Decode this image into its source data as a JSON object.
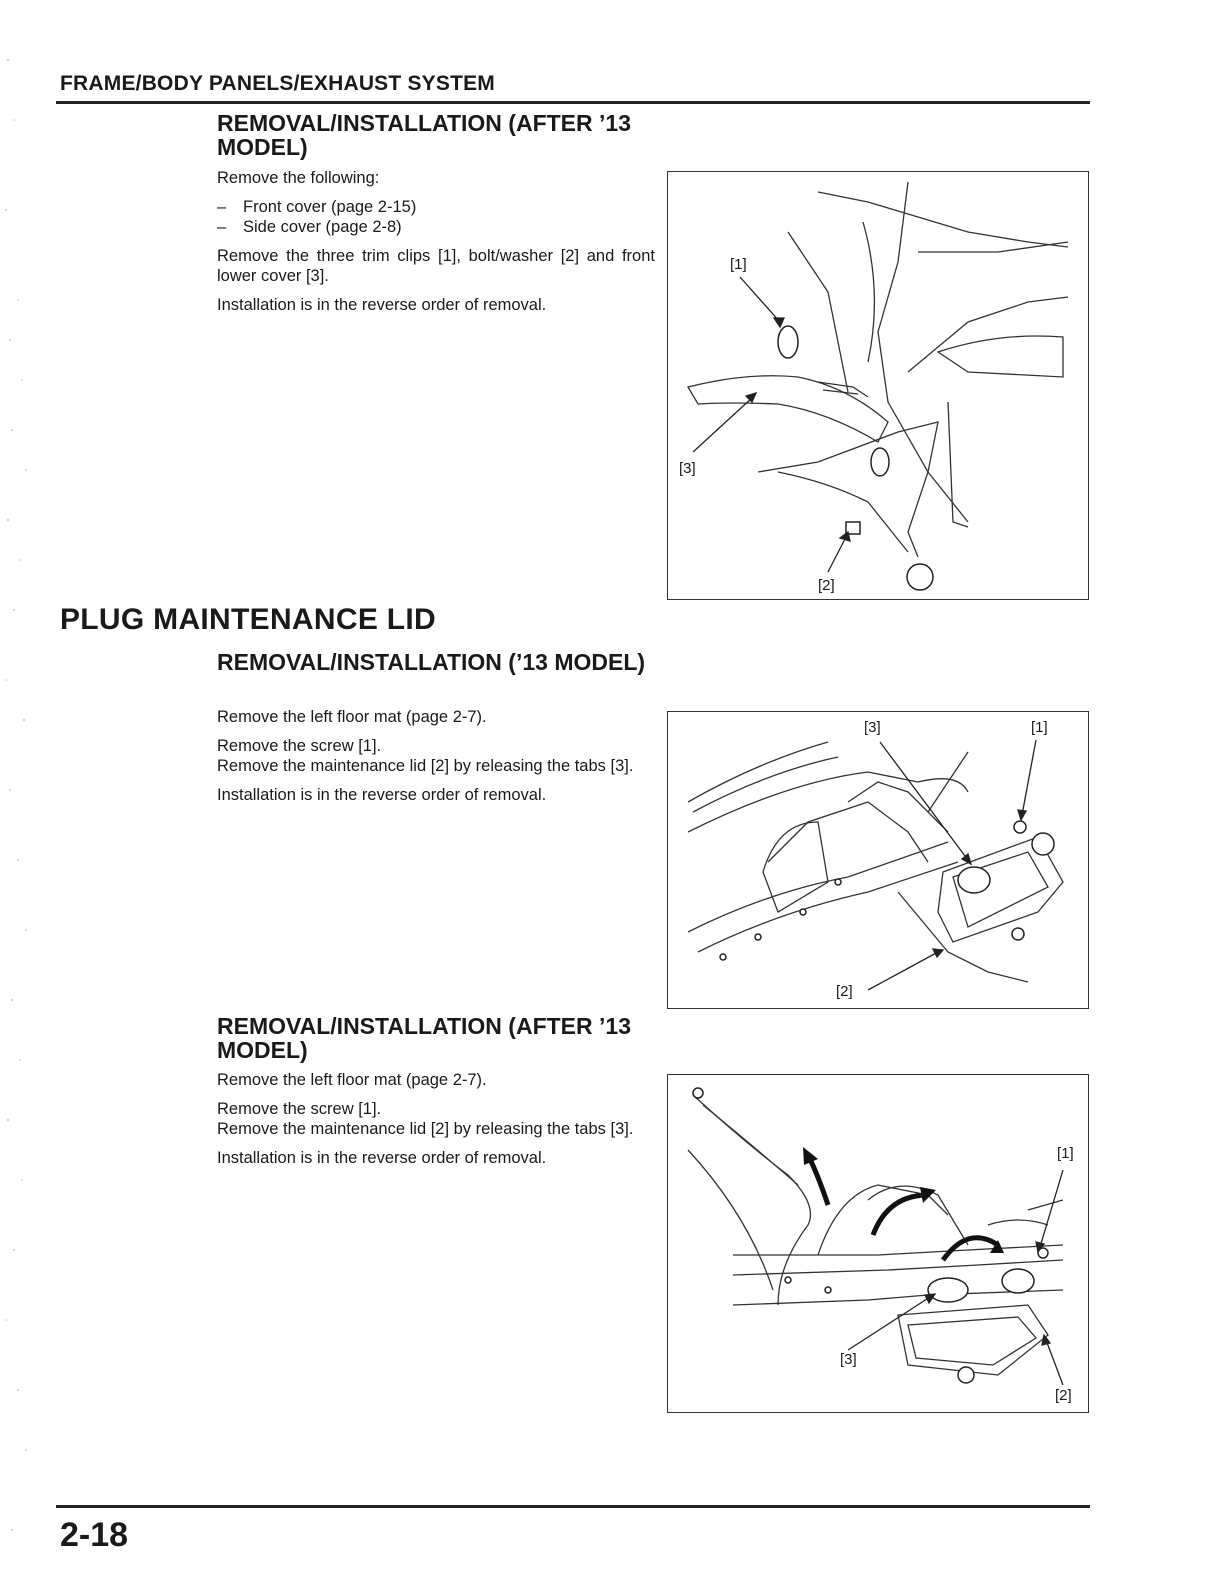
{
  "header": {
    "section": "FRAME/BODY PANELS/EXHAUST SYSTEM"
  },
  "sections": [
    {
      "title": "REMOVAL/INSTALLATION (AFTER ’13 MODEL)",
      "intro": "Remove the following:",
      "list": [
        "Front cover (page 2-15)",
        "Side cover (page 2-8)"
      ],
      "steps": [
        "Remove the three trim clips [1], bolt/washer [2] and front lower cover [3].",
        "Installation is in the reverse order of removal."
      ],
      "figure": {
        "callouts": [
          "[1]",
          "[2]",
          "[3]"
        ]
      }
    },
    {
      "big_title": "PLUG MAINTENANCE LID",
      "title": "REMOVAL/INSTALLATION (’13 MODEL)",
      "steps": [
        "Remove the left floor mat (page 2-7).",
        "Remove the screw [1].",
        "Remove the maintenance lid [2] by releasing the tabs [3].",
        "Installation is in the reverse order of removal."
      ],
      "figure": {
        "callouts": [
          "[1]",
          "[2]",
          "[3]"
        ]
      }
    },
    {
      "title": "REMOVAL/INSTALLATION (AFTER ’13 MODEL)",
      "steps": [
        "Remove the left floor mat (page 2-7).",
        "Remove the screw [1].",
        "Remove the maintenance lid [2] by releasing the tabs [3].",
        "Installation is in the reverse order of removal."
      ],
      "figure": {
        "callouts": [
          "[1]",
          "[2]",
          "[3]"
        ]
      }
    }
  ],
  "footer": {
    "page_number": "2-18"
  }
}
